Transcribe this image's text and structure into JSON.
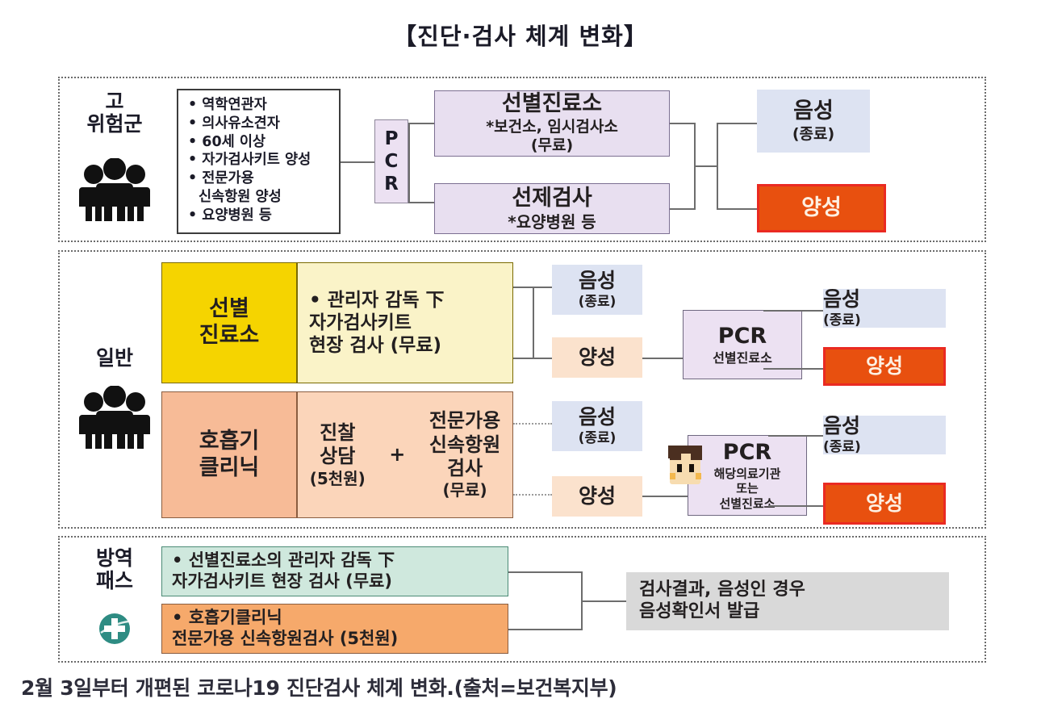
{
  "title": "【진단·검사 체계 변화】",
  "caption": "2월 3일부터 개편된 코로나19 진단검사 체계 변화.(출처=보건복지부)",
  "groups": {
    "high_risk": {
      "line1": "고",
      "line2": "위험군",
      "icon": "people-group-icon"
    },
    "general": {
      "line1": "일반",
      "icon": "people-group-icon"
    },
    "pass": {
      "line1": "방역",
      "line2": "패스",
      "icon": "medical-cross-icon"
    }
  },
  "high_risk": {
    "criteria": [
      "• 역학연관자",
      "• 의사유소견자",
      "• 60세 이상",
      "• 자가검사키트 양성",
      "• 전문가용",
      "신속항원 양성",
      "• 요양병원 등"
    ],
    "pcr_strip": [
      "P",
      "C",
      "R"
    ],
    "site1": {
      "title": "선별진료소",
      "note": "*보건소, 임시검사소",
      "note2": "(무료)"
    },
    "site2": {
      "title": "선제검사",
      "note": "*요양병원 등"
    },
    "result_negative": {
      "label": "음성",
      "sub": "(종료)"
    },
    "result_positive": {
      "label": "양성"
    }
  },
  "general": {
    "track1": {
      "facility": [
        "선별",
        "진료소"
      ],
      "detail": [
        "• 관리자 감독 下",
        "자가검사키트",
        "현장 검사 (무료)"
      ],
      "negative": {
        "label": "음성",
        "sub": "(종료)"
      },
      "positive": {
        "label": "양성"
      },
      "pcr": {
        "title": "PCR",
        "sub": "선별진료소"
      },
      "pcr_negative": {
        "label": "음성",
        "sub": "(종료)"
      },
      "pcr_positive": {
        "label": "양성"
      }
    },
    "track2": {
      "facility": [
        "호흡기",
        "클리닉"
      ],
      "detail_left": [
        "진찰",
        "상담",
        "(5천원)"
      ],
      "plus": "+",
      "detail_right": [
        "전문가용",
        "신속항원",
        "검사",
        "(무료)"
      ],
      "negative": {
        "label": "음성",
        "sub": "(종료)"
      },
      "positive": {
        "label": "양성"
      },
      "pcr": {
        "title": "PCR",
        "sub": [
          "해당의료기관",
          "또는",
          "선별진료소"
        ]
      },
      "pcr_negative": {
        "label": "음성",
        "sub": "(종료)"
      },
      "pcr_positive": {
        "label": "양성"
      }
    }
  },
  "pass": {
    "option1": [
      "• 선별진료소의 관리자 감독 下",
      "자가검사키트 현장 검사 (무료)"
    ],
    "option2": [
      "• 호흡기클리닉",
      "전문가용 신속항원검사 (5천원)"
    ],
    "outcome": [
      "검사결과, 음성인 경우",
      "음성확인서 발급"
    ]
  },
  "colors": {
    "positive_bg": "#e8500f",
    "positive_border": "#ea2a22",
    "negative_bg": "#dde3f2",
    "pcr_bg": "#ece1f2",
    "screening_yellow": "#f5d400",
    "clinic_salmon": "#f7bb97",
    "pass_mint": "#cfe8dd",
    "pass_orange": "#f6a96b",
    "outcome_gray": "#d9d9d9",
    "cross_teal": "#2e8c83"
  }
}
